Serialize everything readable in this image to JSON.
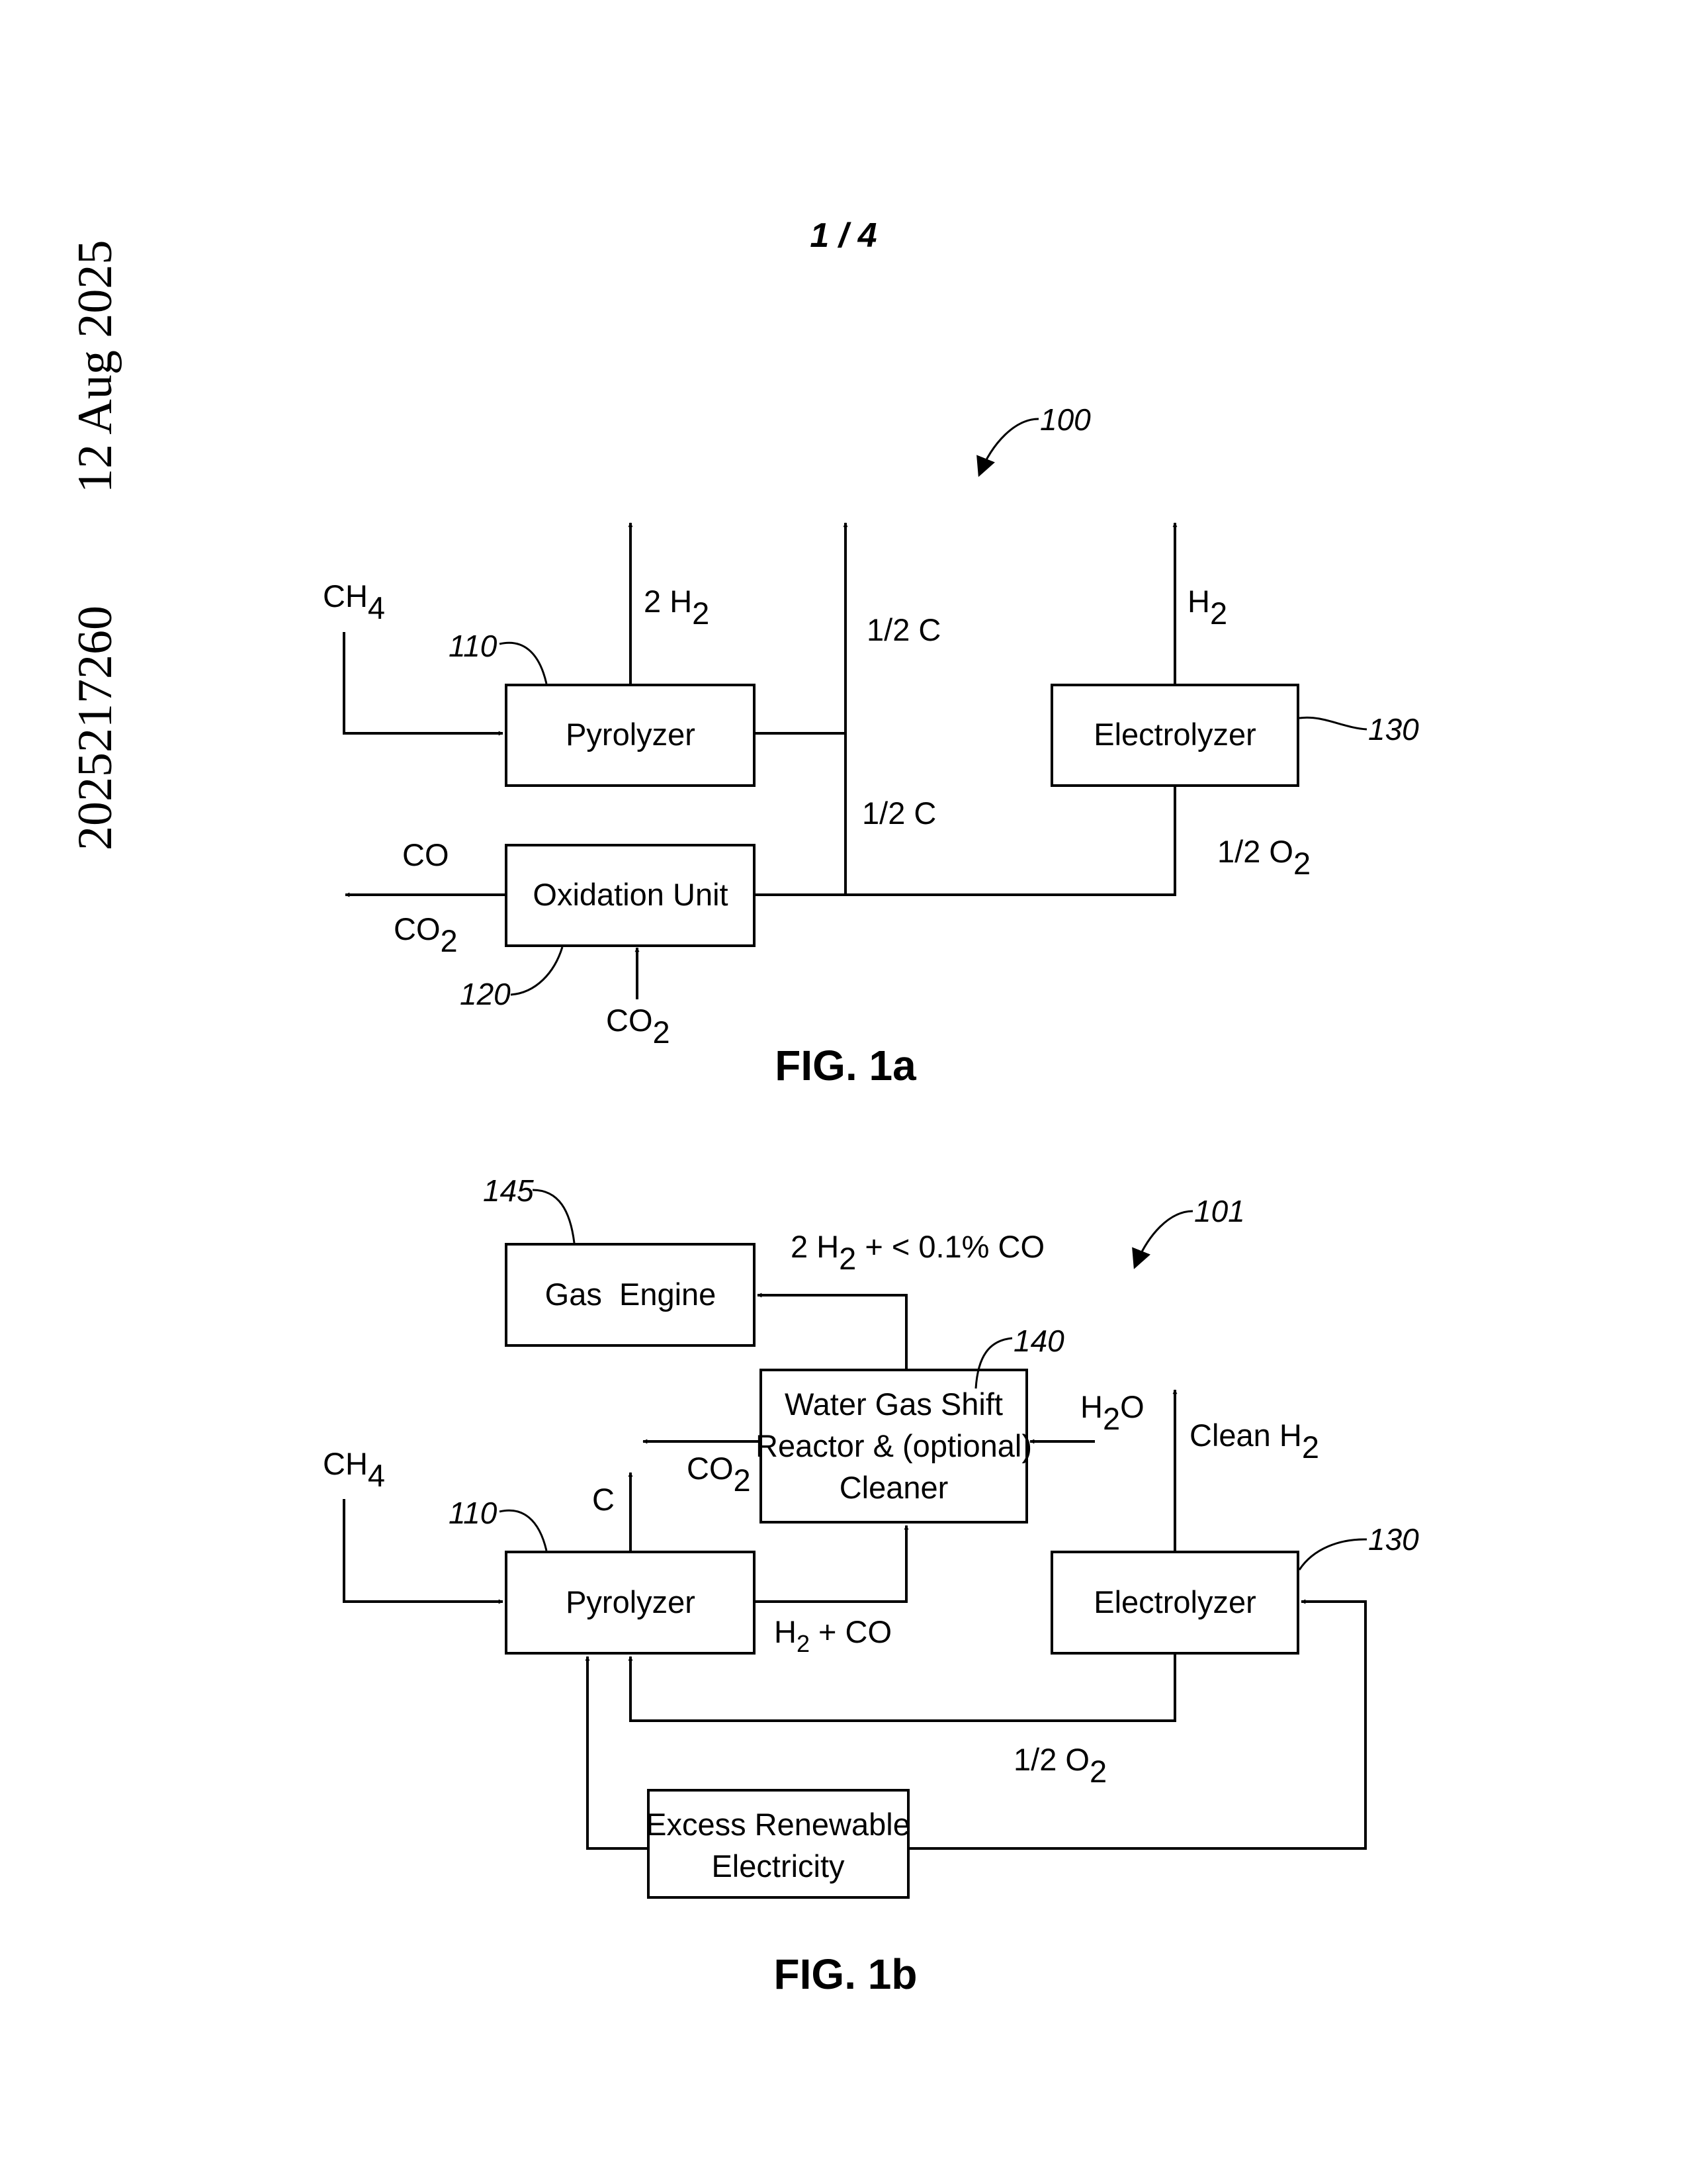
{
  "header": {
    "date": "12 Aug 2025",
    "doc_number": "2025217260",
    "sheet": "1 / 4"
  },
  "fig1a": {
    "caption": "FIG. 1a",
    "ref_system": "100",
    "ref_pyrolyzer": "110",
    "ref_oxidation": "120",
    "ref_electrolyzer": "130",
    "pyrolyzer_label": "Pyrolyzer",
    "oxidation_label": "Oxidation Unit",
    "electrolyzer_label": "Electrolyzer",
    "ch4": {
      "main": "CH",
      "sub": "4"
    },
    "h2_out": {
      "main": "2 H",
      "sub": "2"
    },
    "carbon_up": "1/2 C",
    "carbon_down": "1/2 C",
    "h2_electrolyzer": {
      "main": "H",
      "sub": "2"
    },
    "o2": {
      "main": "1/2 O",
      "sub": "2"
    },
    "co": "CO",
    "co2_out": {
      "main": "CO",
      "sub": "2"
    },
    "co2_in": {
      "main": "CO",
      "sub": "2"
    }
  },
  "fig1b": {
    "caption": "FIG. 1b",
    "ref_system": "101",
    "ref_engine": "145",
    "ref_wgs": "140",
    "ref_pyrolyzer": "110",
    "ref_electrolyzer": "130",
    "engine_label": "Gas  Engine",
    "wgs_line1": "Water Gas Shift",
    "wgs_line2": "Reactor & (optional)",
    "wgs_line3": "Cleaner",
    "pyrolyzer_label": "Pyrolyzer",
    "electrolyzer_label": "Electrolyzer",
    "renewable_line1": "Excess Renewable",
    "renewable_line2": "Electricity",
    "h2_co": {
      "pre": "2 H",
      "sub": "2",
      "post": " + < 0.1% CO"
    },
    "ch4": {
      "main": "CH",
      "sub": "4"
    },
    "carbon": "C",
    "co2": {
      "main": "CO",
      "sub": "2"
    },
    "h2o": {
      "pre": "H",
      "sub": "2",
      "post": "O"
    },
    "clean_h2": {
      "main": "Clean H",
      "sub": "2"
    },
    "syngas": {
      "pre": "H",
      "sub": "2",
      "post": " + CO"
    },
    "o2": {
      "main": "1/2 O",
      "sub": "2"
    }
  }
}
